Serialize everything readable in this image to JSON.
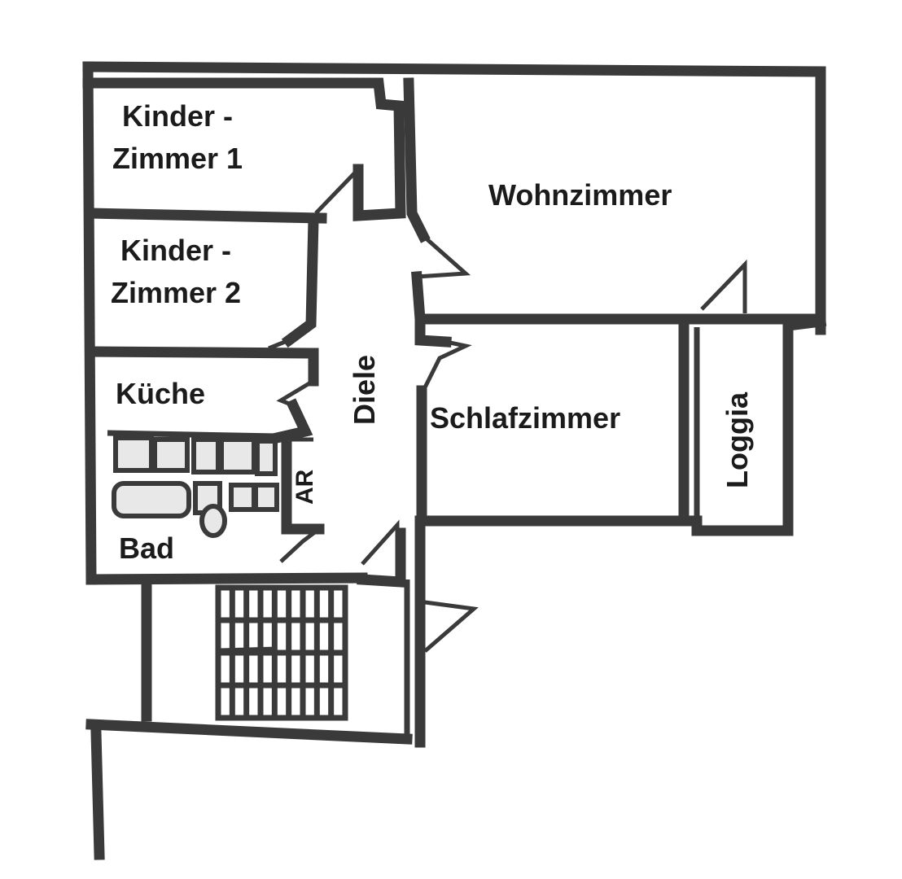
{
  "rooms": {
    "kinder1_line1": "Kinder -",
    "kinder1_line2": "Zimmer 1",
    "kinder2_line1": "Kinder -",
    "kinder2_line2": "Zimmer 2",
    "wohnzimmer": "Wohnzimmer",
    "kueche": "Küche",
    "diele": "Diele",
    "schlafzimmer": "Schlafzimmer",
    "loggia": "Loggia",
    "ar": "AR",
    "bad": "Bad"
  },
  "colors": {
    "wall": "#3a3a3a",
    "background": "#ffffff",
    "text": "#1b1b1b"
  }
}
